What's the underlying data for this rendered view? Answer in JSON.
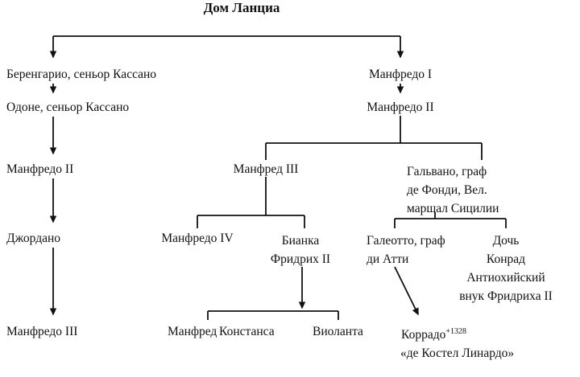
{
  "title": "Дом Ланциа",
  "left_branch": {
    "berengario": "Беренгарио, сеньор Кассано",
    "odone": "Одоне, сеньор Кассано",
    "manfredo_ii": "Манфредо II",
    "giordano": "Джордано",
    "manfredo_iii": "Манфредо III"
  },
  "right_branch": {
    "manfredo_i": "Манфредо I",
    "manfredo_ii": "Манфредо II",
    "manfred_iii": "Манфред III",
    "galvano": {
      "line1": "Гальвано, граф",
      "line2": "де Фонди, Вел.",
      "line3": "маршал Сицилии"
    },
    "manfredo_iv": "Манфредо IV",
    "bianca": {
      "line1": "Бианка",
      "line2": "Фридрих II"
    },
    "galeotto": {
      "line1": "Галеотто, граф",
      "line2": "ди Атти"
    },
    "daughter": {
      "line1": "Дочь",
      "line2": "Конрад",
      "line3": "Антиохийский",
      "line4": "внук Фридриха II"
    },
    "children": {
      "manfred": "Манфред",
      "konstansa": "Констанса",
      "violanta": "Виоланта"
    },
    "corrado": {
      "name": "Коррадо",
      "sup": "+1328",
      "line2": "«де Костел Линардо»"
    }
  }
}
